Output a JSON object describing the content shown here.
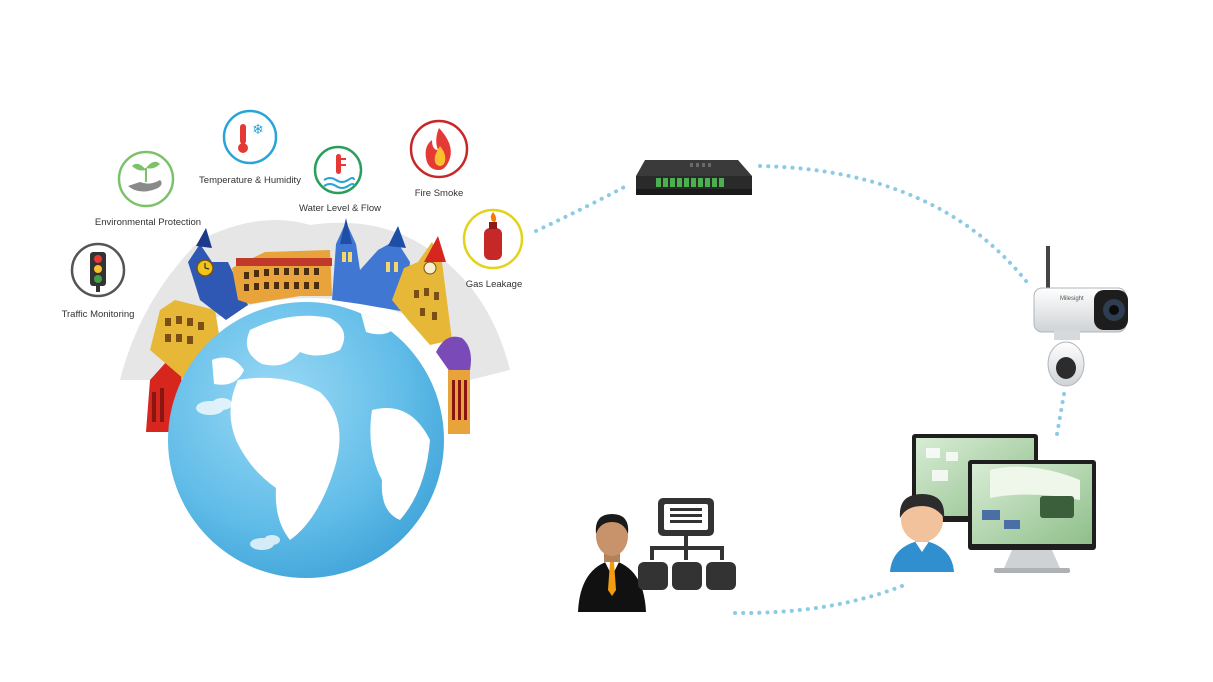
{
  "sensors": [
    {
      "id": "traffic",
      "label": "Traffic Monitoring",
      "icon": "traffic-light-icon",
      "ring": "#555555"
    },
    {
      "id": "env",
      "label": "Environmental Protection",
      "icon": "plant-in-hand-icon",
      "ring": "#7cc26a"
    },
    {
      "id": "temp",
      "label": "Temperature & Humidity",
      "icon": "thermometer-snowflake-icon",
      "ring": "#2aa4d8"
    },
    {
      "id": "water",
      "label": "Water Level & Flow",
      "icon": "water-thermometer-icon",
      "ring": "#2a9d5b"
    },
    {
      "id": "fire",
      "label": "Fire Smoke",
      "icon": "flame-icon",
      "ring": "#c62828"
    },
    {
      "id": "gas",
      "label": "Gas Leakage",
      "icon": "gas-cylinder-icon",
      "ring": "#e3d21a"
    }
  ],
  "nodes": {
    "gateway": {
      "icon": "iot-controller-icon"
    },
    "camera": {
      "icon": "ptz-camera-icon",
      "brand": "Milesight"
    },
    "monitors": {
      "icon": "monitor-screens-icon"
    },
    "operator": {
      "icon": "operator-avatar-icon"
    },
    "manager": {
      "icon": "businessman-icon"
    },
    "network": {
      "icon": "network-hierarchy-icon"
    }
  },
  "colors": {
    "dots": "#8ccbe6",
    "ocean": "#6cc2ea",
    "land": "#ffffff",
    "dark": "#2f2f2f"
  }
}
